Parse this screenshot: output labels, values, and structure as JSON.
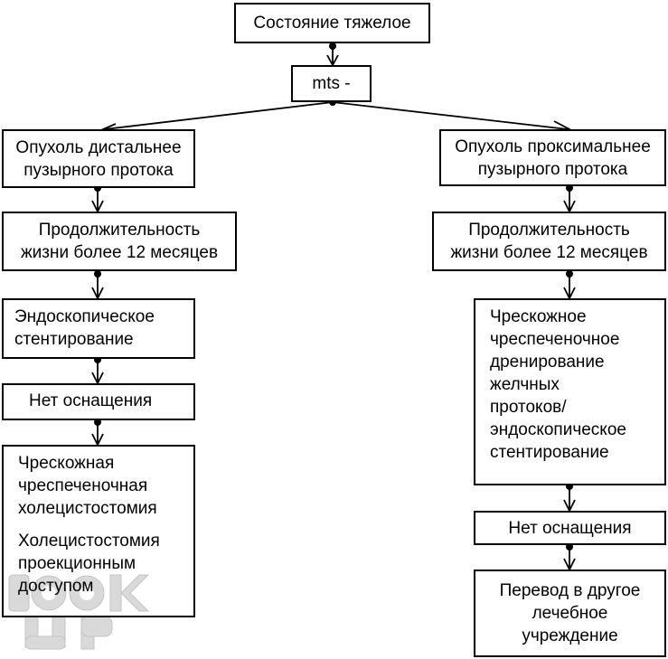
{
  "root": "Состояние тяжелое",
  "mts": "mts -",
  "left": {
    "b1": "Опухоль дистальнее\nпузырного протока",
    "b2": "Продолжительность\nжизни более 12 месяцев",
    "b3": "Эндоскопическое\nстентирование",
    "b4": "Нет оснащения",
    "b5a": "Чрескожная\nчреспеченочная\nхолецистостомия",
    "b5b": "Холецистостомия\nпроекционным\nдоступом"
  },
  "right": {
    "b1": "Опухоль проксимальнее\nпузырного протока",
    "b2": "Продолжительность\nжизни более 12 месяцев",
    "b3": "Чрескожное\nчреспеченочное\nдренирование\nжелчных\nпротоков/\nэндоскопическое\nстентирование",
    "b4": "Нет оснащения",
    "b5": "Перевод в другое\nлечебное\nучреждение"
  },
  "watermark": "BOOK UP"
}
